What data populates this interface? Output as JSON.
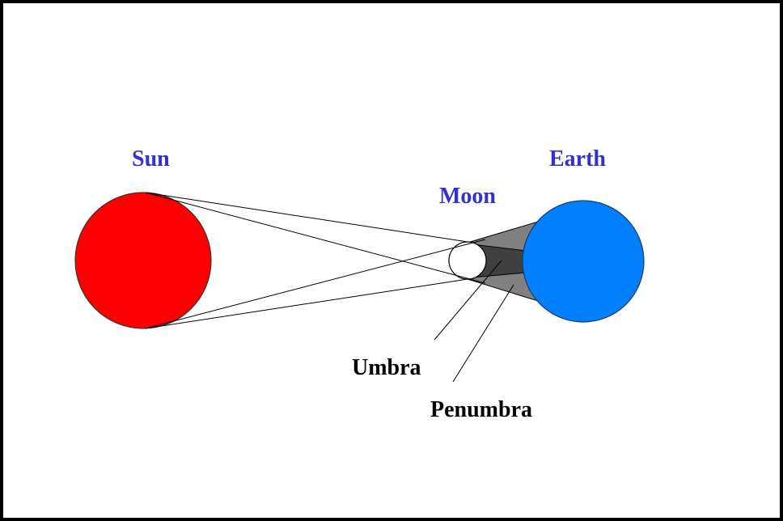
{
  "labels": {
    "sun": "Sun",
    "moon": "Moon",
    "earth": "Earth",
    "umbra": "Umbra",
    "penumbra": "Penumbra"
  },
  "colors": {
    "sun": "#ff0000",
    "earth": "#0080ff",
    "moon": "#ffffff",
    "umbra": "#404040",
    "penumbra": "#808080",
    "body_label": "#3333cc"
  }
}
